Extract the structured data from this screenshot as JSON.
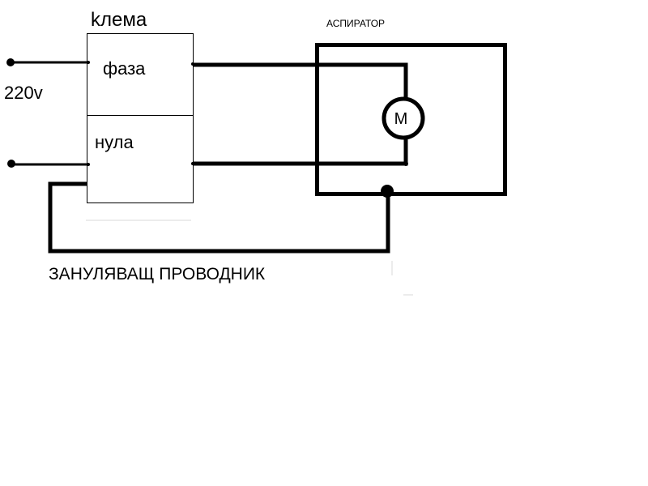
{
  "terminal_block": {
    "title": "kлема",
    "phase_label": "фаза",
    "neutral_label": "нула"
  },
  "supply": {
    "voltage_label": "220v"
  },
  "aspirator": {
    "title": "АСПИРАТОР",
    "motor_label": "M"
  },
  "ground_wire": {
    "label": "ЗАНУЛЯВАЩ ПРОВОДНИК"
  }
}
